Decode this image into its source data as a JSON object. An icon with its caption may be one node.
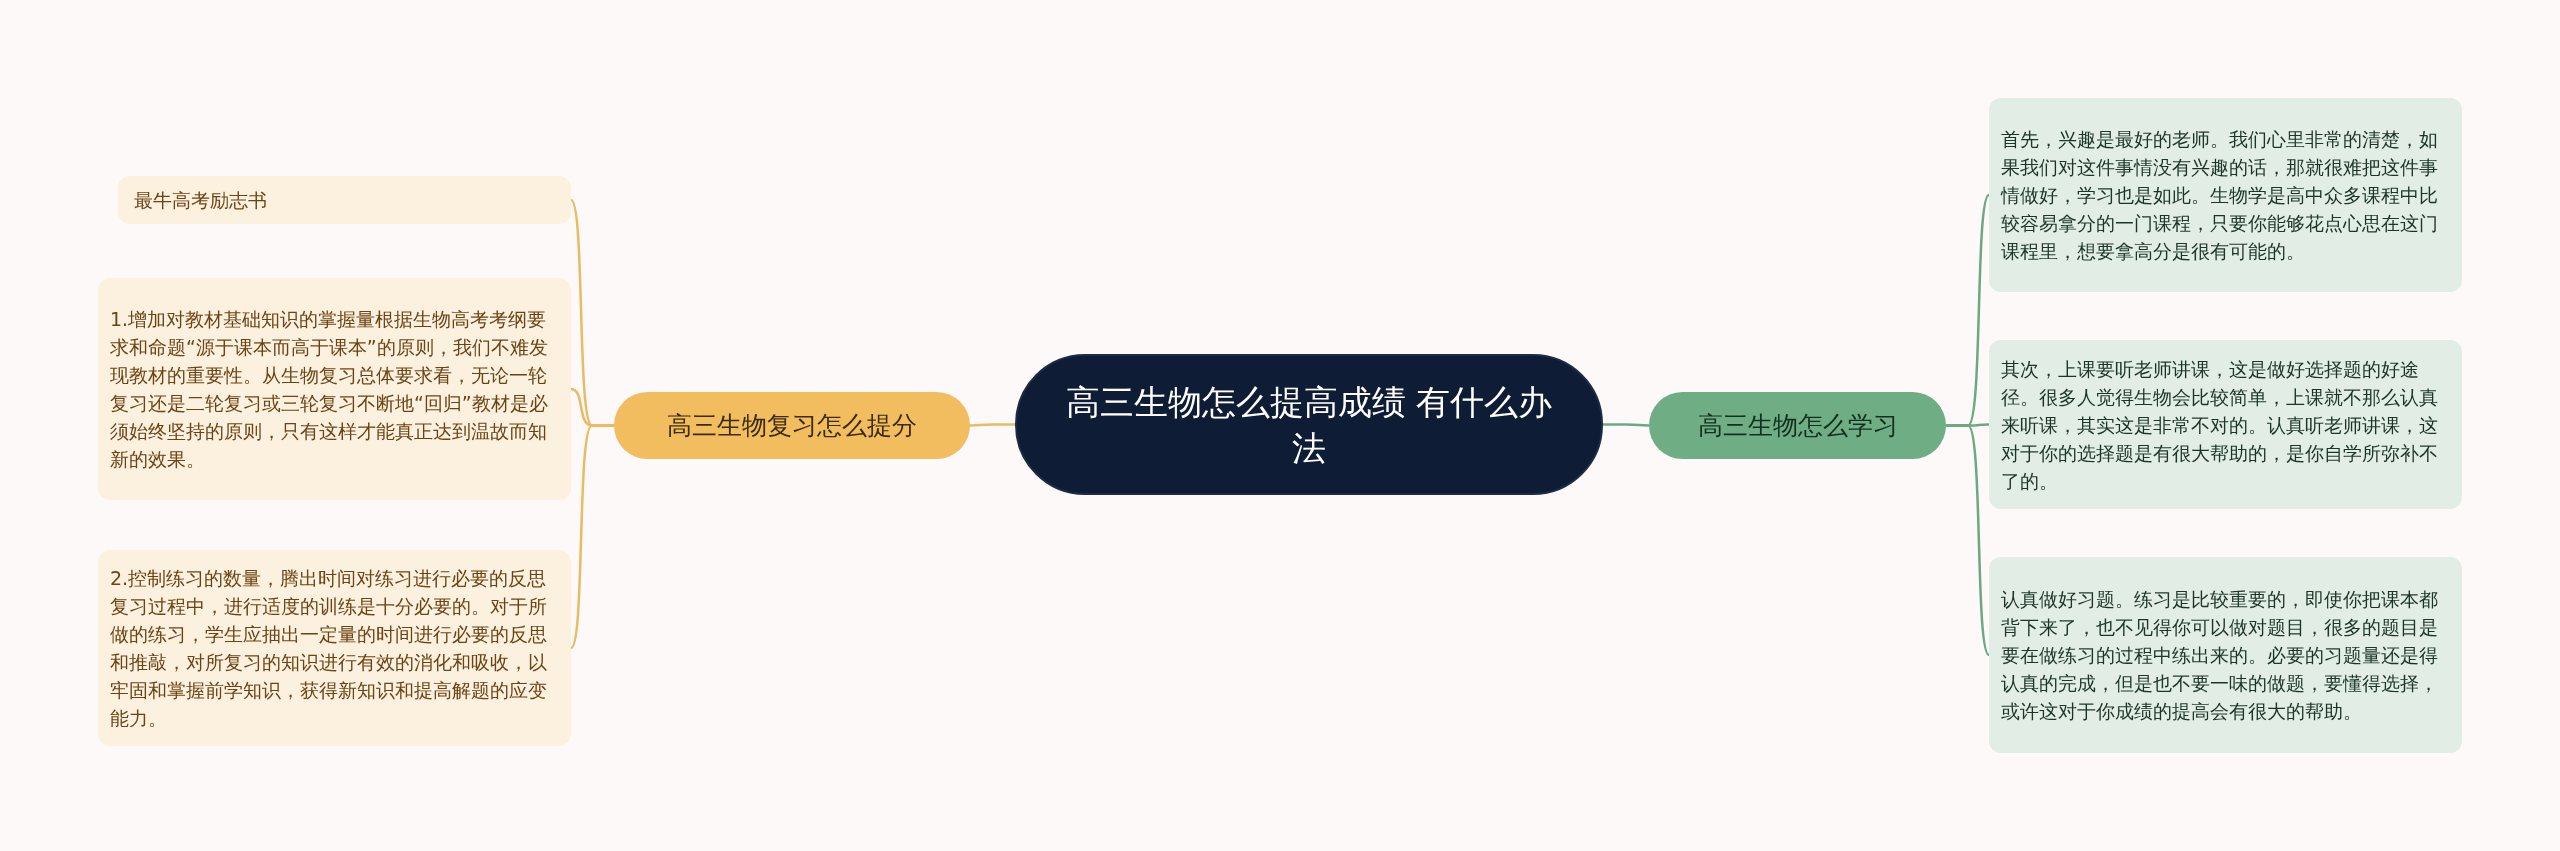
{
  "diagram": {
    "nodes": [
      {
        "text": [
          "高三生物怎么提高成绩 有什么办法"
        ]
      },
      {
        "text": [
          "高三生物复习怎么提分"
        ]
      },
      {
        "text": [
          "最牛高考励志书"
        ]
      },
      {
        "text": [
          "1.增加对教材基础知识的掌握量根据生物高考考纲要求和命题“源于课本而高于课本”的原则，我们不难发现教材的重要性。从生物复习总体要求看，无论一轮复习还是二轮复习或三轮复习不断地“回归”教材是必须始终坚持的原则，只有这样才能真正达到温故而知新的效果。"
        ]
      },
      {
        "text": [
          "2.控制练习的数量，腾出时间对练习进行必要的反思复习过程中，进行适度的训练是十分必要的。对于所做的练习，学生应抽出一定量的时间进行必要的反思和推敲，对所复习的知识进行有效的消化和吸收，以牢固和掌握前学知识，获得新知识和提高解题的应变能力。"
        ]
      },
      {
        "text": [
          "高三生物怎么学习"
        ]
      },
      {
        "text": [
          "首先，兴趣是最好的老师。我们心里非常的清楚，如果我们对这件事情没有兴趣的话，那就很难把这件事情做好，学习也是如此。生物学是高中众多课程中比较容易拿分的一门课程，只要你能够花点心思在这门课程里，想要拿高分是很有可能的。"
        ]
      },
      {
        "text": [
          "其次，上课要听老师讲课，这是做好选择题的好途径。很多人觉得生物会比较简单，上课就不那么认真来听课，其实这是非常不对的。认真听老师讲课，这对于你的选择题是有很大帮助的，是你自学所弥补不了的。"
        ]
      },
      {
        "text": [
          "认真做好习题。练习是比较重要的，即使你把课本都背下来了，也不见得你可以做对题目，很多的题目是要在做练习的过程中练出来的。必要的习题量还是得认真的完成，但是也不要一味的做题，要懂得选择，或许这对于你成绩的提高会有很大的帮助。"
        ]
      }
    ],
    "edges": [
      {
        "from": 0,
        "to": 1,
        "arrow": "none",
        "color": "#e9bb62"
      },
      {
        "from": 1,
        "to": 2,
        "arrow": "none",
        "color": "#e9bb62"
      },
      {
        "from": 1,
        "to": 3,
        "arrow": "none",
        "color": "#e9bb62"
      },
      {
        "from": 1,
        "to": 4,
        "arrow": "none",
        "color": "#e9bb62"
      },
      {
        "from": 0,
        "to": 5,
        "arrow": "none",
        "color": "#6ca883"
      },
      {
        "from": 5,
        "to": 6,
        "arrow": "none",
        "color": "#6ca883"
      },
      {
        "from": 5,
        "to": 7,
        "arrow": "none",
        "color": "#6ca883"
      },
      {
        "from": 5,
        "to": 8,
        "arrow": "none",
        "color": "#6ca883"
      }
    ]
  }
}
